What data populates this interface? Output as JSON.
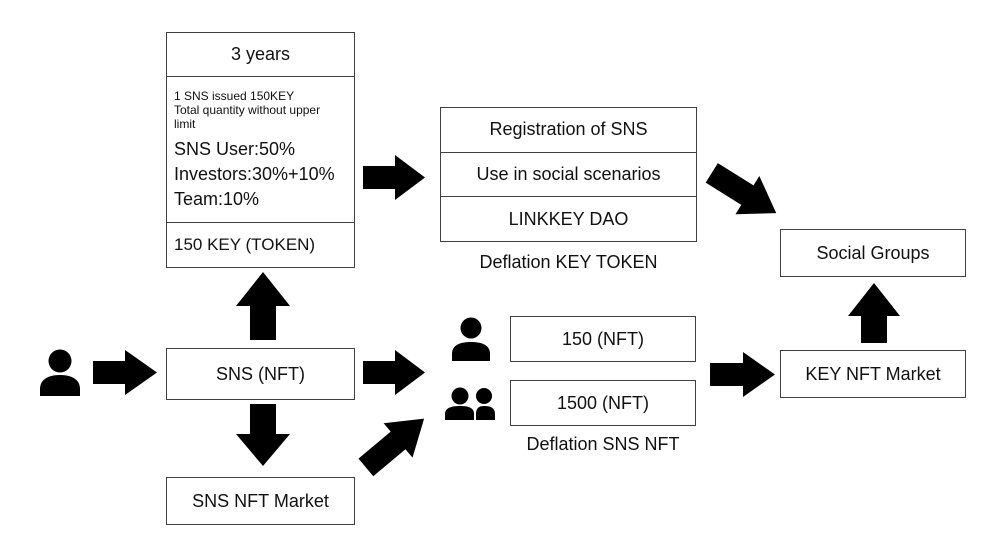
{
  "token_box": {
    "period": "3 years",
    "issuance": "1 SNS issued 150KEY",
    "supply_note": "Total quantity without upper limit",
    "allocations": [
      "SNS User:50%",
      "Investors:30%+10%",
      "Team:10%"
    ],
    "token_amount": "150 KEY (TOKEN)"
  },
  "sns_nft": {
    "label": "SNS (NFT)"
  },
  "sns_nft_market": {
    "label": "SNS NFT Market"
  },
  "key_token_uses": {
    "items": [
      "Registration of SNS",
      "Use in social scenarios",
      "LINKKEY DAO"
    ],
    "caption": "Deflation KEY TOKEN"
  },
  "nft_tiers": {
    "items": [
      "150 (NFT)",
      "1500 (NFT)"
    ],
    "caption": "Deflation SNS NFT"
  },
  "key_nft_market": {
    "label": "KEY NFT Market"
  },
  "social_groups": {
    "label": "Social Groups"
  },
  "icons": {
    "user": "user-icon",
    "group": "user-group-icon",
    "arrow": "block-arrow"
  },
  "colors": {
    "arrow": "#000000",
    "border": "#404040",
    "text": "#111111",
    "background": "#ffffff"
  }
}
